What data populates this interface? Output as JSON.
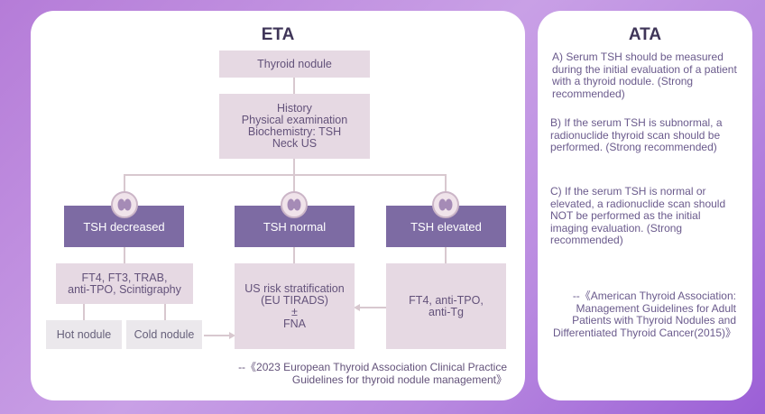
{
  "eta": {
    "title": "ETA",
    "thyroid_nodule": "Thyroid nodule",
    "workup": "History\nPhysical examination\nBiochemistry: TSH\nNeck US",
    "tsh_decreased": "TSH decreased",
    "tsh_normal": "TSH normal",
    "tsh_elevated": "TSH elevated",
    "decreased_tests": "FT4, FT3, TRAB,\nanti-TPO, Scintigraphy",
    "hot_nodule": "Hot nodule",
    "cold_nodule": "Cold nodule",
    "normal_action": "US risk stratification\n(EU TIRADS)\n±\nFNA",
    "elevated_tests": "FT4, anti-TPO,\nanti-Tg",
    "reference": "--《2023 European Thyroid Association Clinical Practice\nGuidelines for thyroid nodule management》"
  },
  "ata": {
    "title": "ATA",
    "items": [
      "A) Serum TSH should be measured during the initial evaluation of a patient with a thyroid nodule. (Strong recommended)",
      "B) If the serum TSH is subnormal, a radionuclide thyroid scan should be performed. (Strong recommended)",
      "C) If the serum TSH is normal or elevated, a radionuclide scan should NOT be performed as the initial imaging evaluation. (Strong recommended)"
    ],
    "reference": "--《American Thyroid Association: Management Guidelines for Adult Patients with Thyroid Nodules and Differentiated Thyroid Cancer(2015)》"
  },
  "colors": {
    "background": "#b57cd8",
    "panel": "#ffffff",
    "light_box": "#e6d9e3",
    "dark_box": "#7d6ba3",
    "gray_box": "#ebe8ec",
    "text": "#63527a"
  },
  "icons": [
    "thyroid-icon"
  ]
}
